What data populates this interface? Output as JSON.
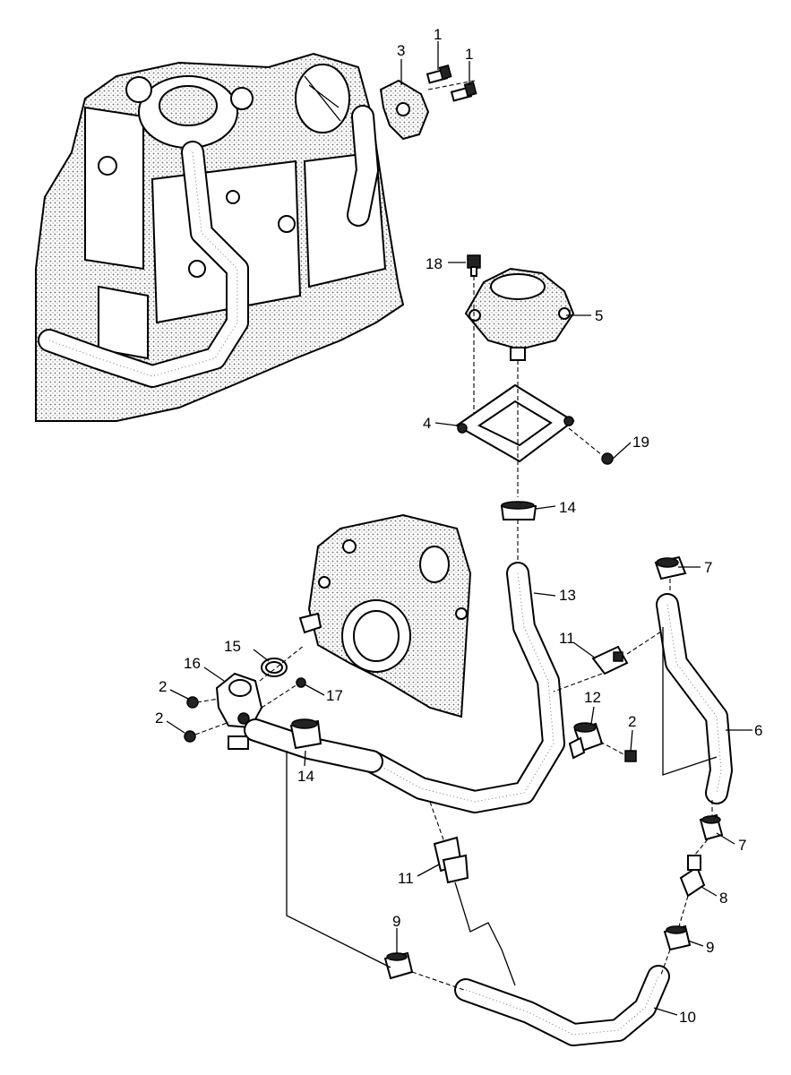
{
  "labels": {
    "l1a": "1",
    "l1b": "1",
    "l2a": "2",
    "l2b": "2",
    "l2c": "2",
    "l3": "3",
    "l4": "4",
    "l5": "5",
    "l6": "6",
    "l7a": "7",
    "l7b": "7",
    "l8": "8",
    "l9a": "9",
    "l9b": "9",
    "l10": "10",
    "l11a": "11",
    "l11b": "11",
    "l12": "12",
    "l13": "13",
    "l14a": "14",
    "l14b": "14",
    "l15": "15",
    "l16": "16",
    "l17": "17",
    "l18": "18",
    "l19": "19"
  }
}
